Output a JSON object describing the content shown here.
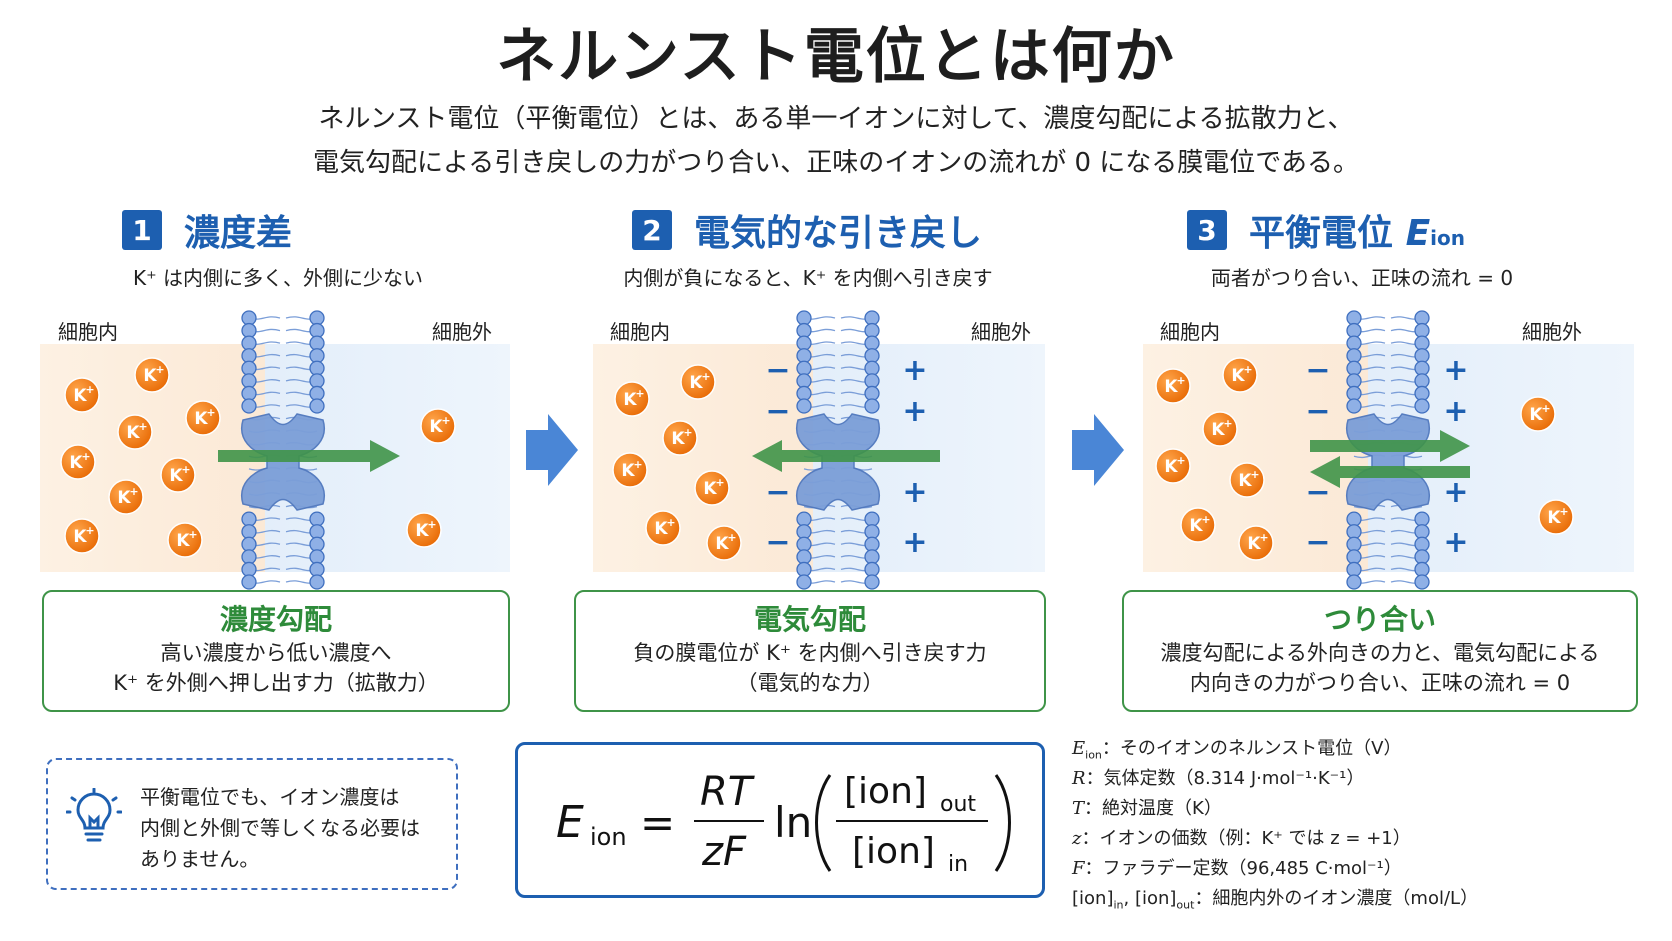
{
  "title": "ネルンスト電位とは何か",
  "intro": {
    "line1": "ネルンスト電位（平衡電位）とは、ある単一イオンに対して、濃度勾配による拡散力と、",
    "line2": "電気勾配による引き戻しの力がつり合い、正味のイオンの流れが 0 になる膜電位である。"
  },
  "panels": [
    {
      "num": "1",
      "title": "濃度差",
      "desc": "K⁺ は内側に多く、外側に少ない",
      "inside_label": "細胞内",
      "outside_label": "細胞外",
      "summary_title": "濃度勾配",
      "summary_lines": [
        "高い濃度から低い濃度へ",
        "K⁺ を外側へ押し出す力（拡散力）"
      ]
    },
    {
      "num": "2",
      "title": "電気的な引き戻し",
      "desc": "内側が負になると、K⁺ を内側へ引き戻す",
      "inside_label": "細胞内",
      "outside_label": "細胞外",
      "summary_title": "電気勾配",
      "summary_lines": [
        "負の膜電位が K⁺ を内側へ引き戻す力",
        "（電気的な力）"
      ]
    },
    {
      "num": "3",
      "title": "平衡電位",
      "title_symbol": "E",
      "title_symbol_sub": "ion",
      "desc": "両者がつり合い、正味の流れ = 0",
      "inside_label": "細胞内",
      "outside_label": "細胞外",
      "summary_title": "つり合い",
      "summary_lines": [
        "濃度勾配による外向きの力と、電気勾配による",
        "内向きの力がつり合い、正味の流れ = 0"
      ]
    }
  ],
  "ion_label": "K",
  "ion_charge": "+",
  "minus_sign": "−",
  "plus_sign": "+",
  "tip": {
    "icon": "lightbulb-icon",
    "lines": [
      "平衡電位でも、イオン濃度は",
      "内側と外側で等しくなる必要は",
      "ありません。"
    ]
  },
  "formula": {
    "lhs": "E",
    "lhs_sub": "ion",
    "equals": "=",
    "numerator": "RT",
    "denominator": "zF",
    "ln": "ln",
    "ratio_num": "[ion]",
    "ratio_num_sub": "out",
    "ratio_den": "[ion]",
    "ratio_den_sub": "in"
  },
  "definitions": [
    {
      "symbol": "E",
      "symbol_sub": "ion",
      "text": "：そのイオンのネルンスト電位（V）"
    },
    {
      "symbol": "R",
      "text": "：気体定数（8.314 J·mol⁻¹·K⁻¹）"
    },
    {
      "symbol": "T",
      "text": "：絶対温度（K）"
    },
    {
      "symbol": "z",
      "text": "：イオンの価数（例：K⁺ では z = +1）"
    },
    {
      "symbol": "F",
      "text": "：ファラデー定数（96,485 C·mol⁻¹）"
    },
    {
      "symbol": "[ion]",
      "symbol_sub": "in",
      "symbol2": ", [ion]",
      "symbol2_sub": "out",
      "text": "：細胞内外のイオン濃度（mol/L）"
    }
  ],
  "colors": {
    "blue": "#1d5fb0",
    "green": "#3f9448",
    "orange": "#f07f14",
    "membrane": "#7b9ed8",
    "inside_bg": "#fdf1e3",
    "outside_bg": "#e8f1fb"
  }
}
